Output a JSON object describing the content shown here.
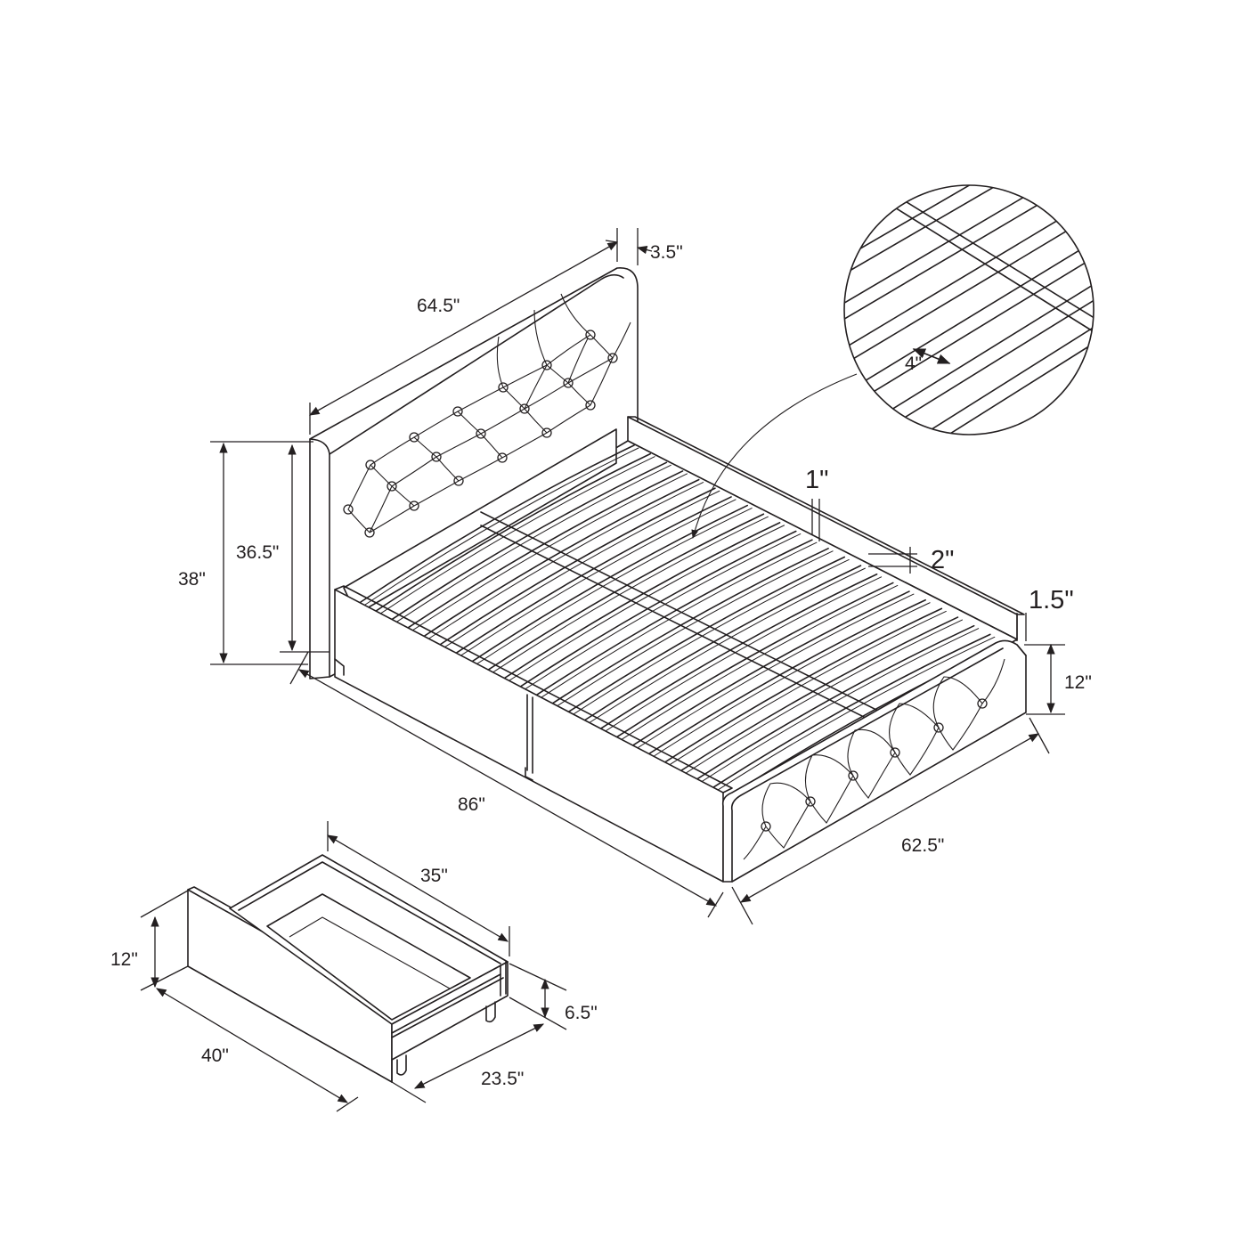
{
  "dimensions": {
    "headboard_width": "64.5\"",
    "headboard_depth": "3.5\"",
    "total_height": "38\"",
    "headboard_height": "36.5\"",
    "bed_length": "86\"",
    "bed_width": "62.5\"",
    "footboard_height": "12\"",
    "rail_gap": "1\"",
    "rail_height": "2\"",
    "footboard_thickness": "1.5\"",
    "slat_spacing": "4\"",
    "drawer_inner_length": "35\"",
    "drawer_height": "12\"",
    "drawer_inner_height": "6.5\"",
    "drawer_length": "40\"",
    "drawer_depth": "23.5\""
  }
}
